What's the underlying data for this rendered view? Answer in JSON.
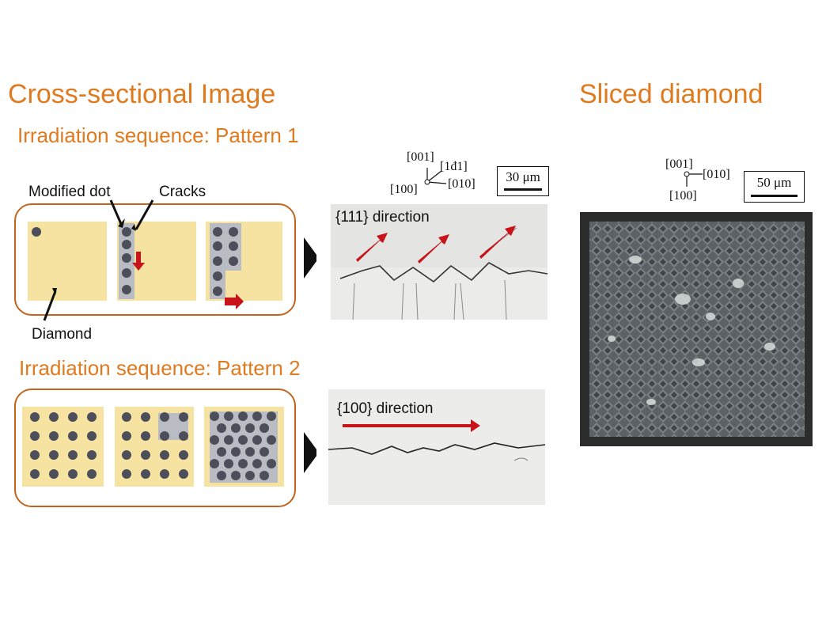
{
  "titles": {
    "cross_section": "Cross-sectional Image",
    "sliced": "Sliced diamond"
  },
  "pattern1": {
    "heading": "Irradiation sequence: Pattern 1",
    "labels": {
      "modified_dot": "Modified dot",
      "cracks": "Cracks",
      "diamond": "Diamond"
    },
    "direction": "{111} direction",
    "axes": {
      "a001": "[001]",
      "a111": "[1đ1]",
      "a010": "[010]",
      "a100": "[100]"
    },
    "scale": "30 μm"
  },
  "pattern2": {
    "heading": "Irradiation sequence: Pattern 2",
    "direction": "{100} direction"
  },
  "sliced_panel": {
    "axes": {
      "a001": "[001]",
      "a010": "[010]",
      "a100": "[100]"
    },
    "scale": "50 μm"
  },
  "colors": {
    "accent": "#e07a1f",
    "frame": "#c0651d",
    "diamond": "#f7e3a1",
    "dot": "#4c4f59",
    "arrow": "#c8131b"
  }
}
